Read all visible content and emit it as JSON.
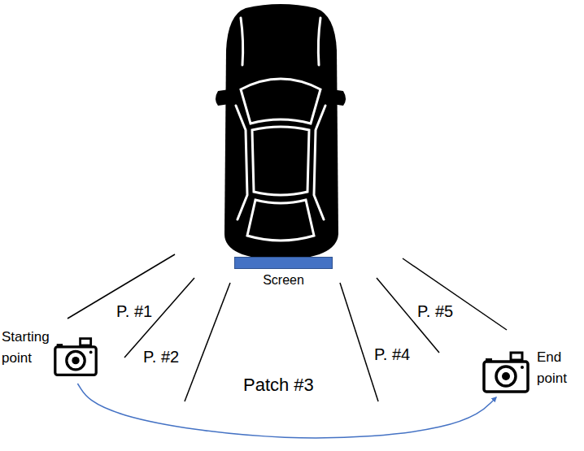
{
  "diagram": {
    "nodes": [
      {
        "text": [
          "Screen"
        ]
      },
      {
        "text": [
          "Starting point"
        ]
      },
      {
        "text": [
          "End point"
        ]
      }
    ],
    "edges": [
      {
        "from": 1,
        "to": 2,
        "arrow": "to"
      }
    ],
    "labels": [
      "P. #1",
      "P. #2",
      "Patch #3",
      "P. #4",
      "P. #5"
    ]
  }
}
